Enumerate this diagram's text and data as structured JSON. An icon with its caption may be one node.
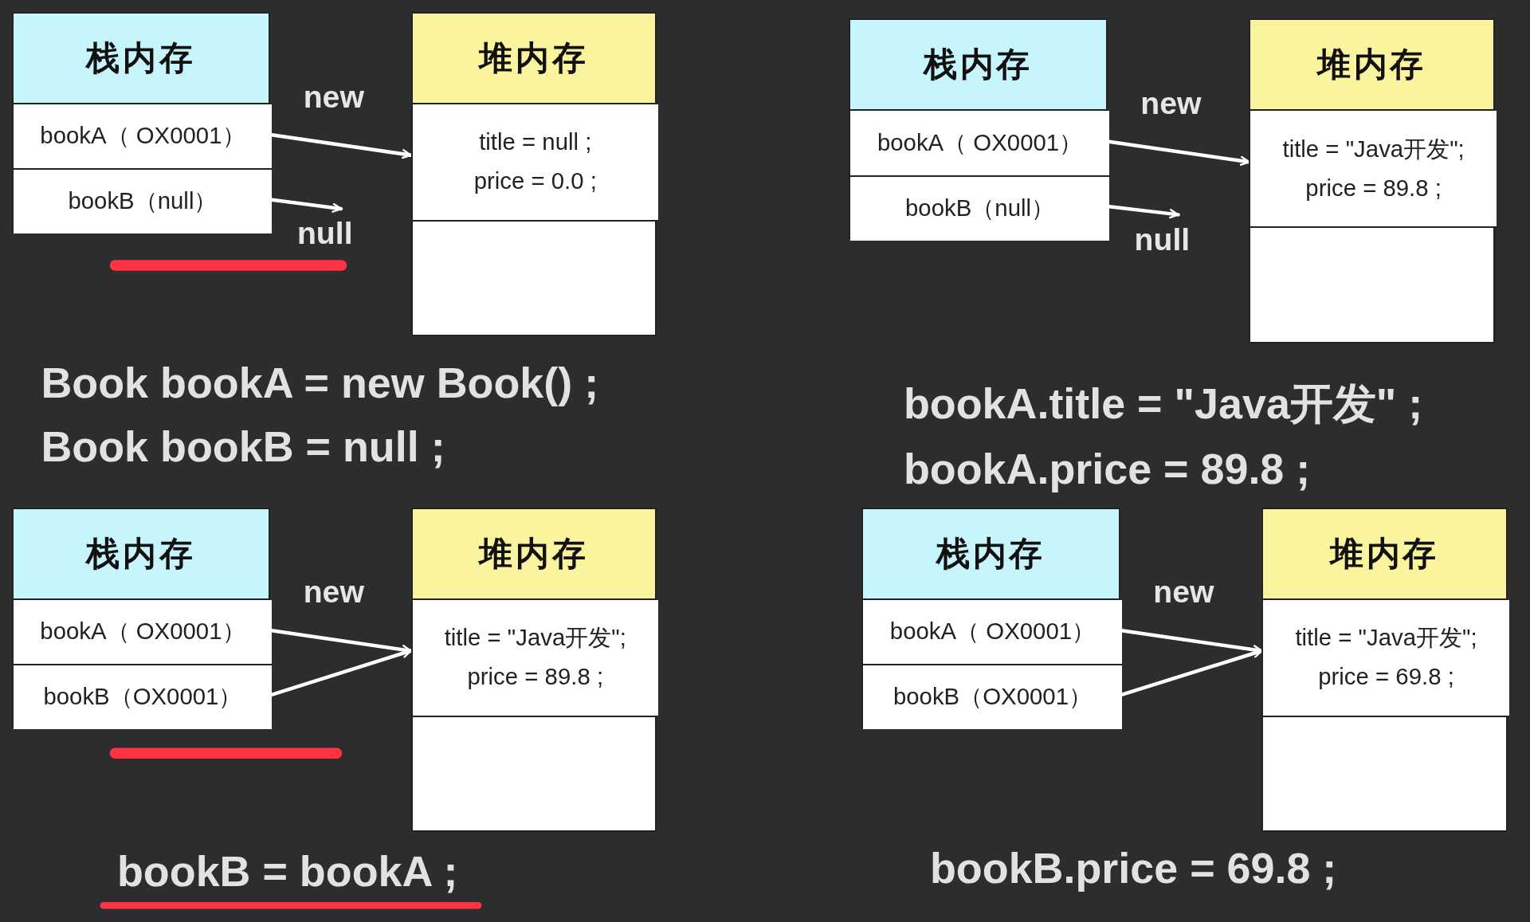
{
  "diagram": {
    "nodes": [
      {
        "text": [
          "栈内存"
        ]
      },
      {
        "text": [
          "bookA（ OX0001）"
        ],
        "in": 0
      },
      {
        "text": [
          "bookB（null）"
        ],
        "in": 0
      },
      {
        "text": [
          "堆内存"
        ]
      },
      {
        "text": [
          "title = null ;",
          "price = 0.0 ;"
        ],
        "in": 3
      },
      {
        "text": [
          "null"
        ]
      },
      {
        "text": [
          "栈内存"
        ]
      },
      {
        "text": [
          "bookA（ OX0001）"
        ],
        "in": 6
      },
      {
        "text": [
          "bookB（null）"
        ],
        "in": 6
      },
      {
        "text": [
          "堆内存"
        ]
      },
      {
        "text": [
          "title = \"Java开发\";",
          "price = 89.8 ;"
        ],
        "in": 9
      },
      {
        "text": [
          "null"
        ]
      },
      {
        "text": [
          "栈内存"
        ]
      },
      {
        "text": [
          "bookA（ OX0001）"
        ],
        "in": 12
      },
      {
        "text": [
          "bookB（OX0001）"
        ],
        "in": 12
      },
      {
        "text": [
          "堆内存"
        ]
      },
      {
        "text": [
          "title = \"Java开发\";",
          "price = 89.8 ;"
        ],
        "in": 15
      },
      {
        "text": [
          "栈内存"
        ]
      },
      {
        "text": [
          "bookA（ OX0001）"
        ],
        "in": 17
      },
      {
        "text": [
          "bookB（OX0001）"
        ],
        "in": 17
      },
      {
        "text": [
          "堆内存"
        ]
      },
      {
        "text": [
          "title = \"Java开发\";",
          "price = 69.8 ;"
        ],
        "in": 20
      }
    ],
    "edges": [
      {
        "from": 1,
        "to": 4,
        "arrow": "to",
        "label": "new"
      },
      {
        "from": 2,
        "to": 5,
        "arrow": "to"
      },
      {
        "from": 7,
        "to": 10,
        "arrow": "to",
        "label": "new"
      },
      {
        "from": 8,
        "to": 11,
        "arrow": "to"
      },
      {
        "from": 13,
        "to": 16,
        "arrow": "to",
        "label": "new"
      },
      {
        "from": 14,
        "to": 16,
        "arrow": "to"
      },
      {
        "from": 18,
        "to": 21,
        "arrow": "to",
        "label": "new"
      },
      {
        "from": 19,
        "to": 21,
        "arrow": "to"
      }
    ],
    "labels": [
      "Book bookA = new Book() ;",
      "Book bookB = null ;",
      "bookA.title = \"Java开发\" ;",
      "bookA.price = 89.8 ;",
      "bookB = bookA ;",
      "bookB.price = 69.8 ;"
    ]
  }
}
